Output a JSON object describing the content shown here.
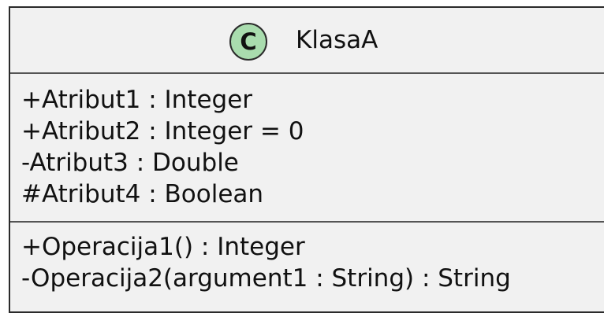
{
  "class": {
    "stereotype_letter": "C",
    "name": "KlasaA",
    "badge_color": "#a9dcae",
    "fill_color": "#f1f1f1",
    "border_color": "#2a2a2a"
  },
  "attributes": [
    "+Atribut1 : Integer",
    "+Atribut2 : Integer = 0",
    "-Atribut3 : Double",
    "#Atribut4 : Boolean"
  ],
  "operations": [
    "+Operacija1() : Integer",
    "-Operacija2(argument1 : String) : String"
  ]
}
